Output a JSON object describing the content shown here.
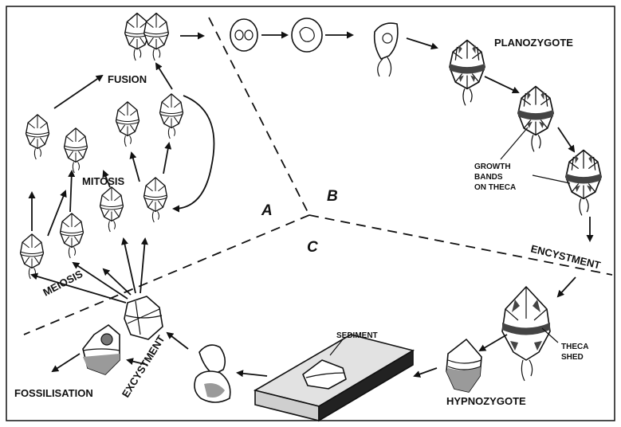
{
  "labels": {
    "fusion": "FUSION",
    "mitosis": "MITOSIS",
    "meiosis": "MEIOSIS",
    "planozygote": "PLANOZYGOTE",
    "growth_bands_line1": "GROWTH",
    "growth_bands_line2": "BANDS",
    "growth_bands_line3": "ON THECA",
    "encystment": "ENCYSTMENT",
    "theca_shed_line1": "THECA",
    "theca_shed_line2": "SHED",
    "sediment": "SEDIMENT",
    "hypnozygote": "HYPNOZYGOTE",
    "excystment": "EXCYSTMENT",
    "fossilisation": "FOSSILISATION"
  },
  "sections": {
    "a": "A",
    "b": "B",
    "c": "C"
  },
  "colors": {
    "ink": "#111111",
    "shading": "#9a9a9a",
    "background": "#ffffff"
  }
}
